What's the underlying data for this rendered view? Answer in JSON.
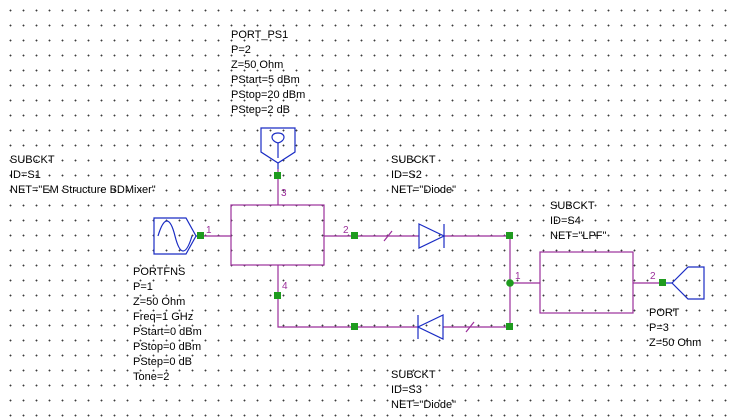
{
  "colors": {
    "wire": "#9b2f9b",
    "node": "#1f9b1f",
    "port_blue": "#1a2cc4",
    "text": "#000000"
  },
  "icons": {
    "source": "sine-source-icon",
    "power_port": "power-sweep-port-icon",
    "diode": "diode-icon",
    "output_port": "port-terminal-icon"
  },
  "labels": {
    "port_ps1": [
      "PORT_PS1",
      "P=2",
      "Z=50 Ohm",
      "PStart=5 dBm",
      "PStop=20 dBm",
      "PStep=2 dB"
    ],
    "s1": [
      "SUBCKT",
      "ID=S1",
      "NET=\"EM Structure BDMixer\""
    ],
    "s2": [
      "SUBCKT",
      "ID=S2",
      "NET=\"Diode\""
    ],
    "s4": [
      "SUBCKT",
      "ID=S4",
      "NET=\"LPF\""
    ],
    "portfns": [
      "PORTFNS",
      "P=1",
      "Z=50 Ohm",
      "Freq=1 GHz",
      "PStart=0 dBm",
      "PStop=0 dBm",
      "PStep=0 dB",
      "Tone=2"
    ],
    "port3": [
      "PORT",
      "P=3",
      "Z=50 Ohm"
    ],
    "s3": [
      "SUBCKT",
      "ID=S3",
      "NET=\"Diode\""
    ]
  },
  "pins": {
    "s1_p1": "1",
    "s1_p2": "2",
    "s1_p3": "3",
    "s1_p4": "4",
    "s4_p1": "1",
    "s4_p2": "2"
  }
}
